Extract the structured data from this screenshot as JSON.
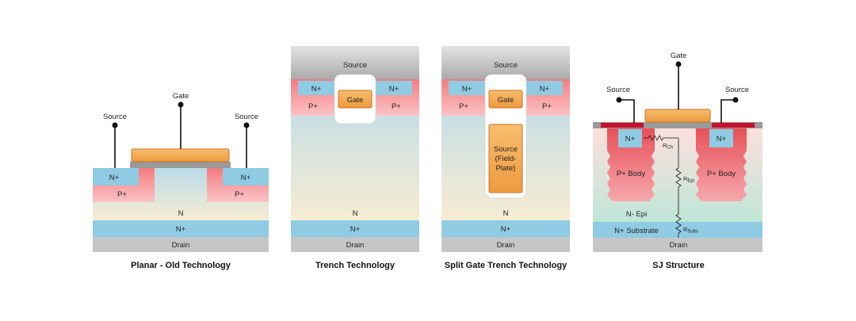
{
  "colors": {
    "n_plus": "#8fcbe3",
    "p_plus": "#f39396",
    "n_drift": "#f7ecd2",
    "drain_metal": "#c6c6c6",
    "gate": "#f2a64a",
    "gate_stroke": "#c8722a",
    "oxide": "#ffffff",
    "terminal": "#111111",
    "p_body_dark": "#e4575e"
  },
  "labels": {
    "source": "Source",
    "gate": "Gate",
    "drain": "Drain",
    "n_plus": "N+",
    "p_plus": "P+",
    "n": "N"
  },
  "diagrams": [
    {
      "id": "planar",
      "caption": "Planar - Old Technology"
    },
    {
      "id": "trench",
      "caption": "Trench Technology"
    },
    {
      "id": "split-gate",
      "caption": "Split Gate Trench Technology",
      "field_plate_label": [
        "Source",
        "(Field-",
        "Plate)"
      ]
    },
    {
      "id": "sj",
      "caption": "SJ Structure",
      "p_body": "P+ Body",
      "n_epi": "N- Epi",
      "n_substrate": "N+ Substrate",
      "r_ch": {
        "main": "R",
        "sub": "Ch"
      },
      "r_epi": {
        "main": "R",
        "sub": "Epi"
      },
      "r_subs": {
        "main": "R",
        "sub": "Subs"
      }
    }
  ]
}
